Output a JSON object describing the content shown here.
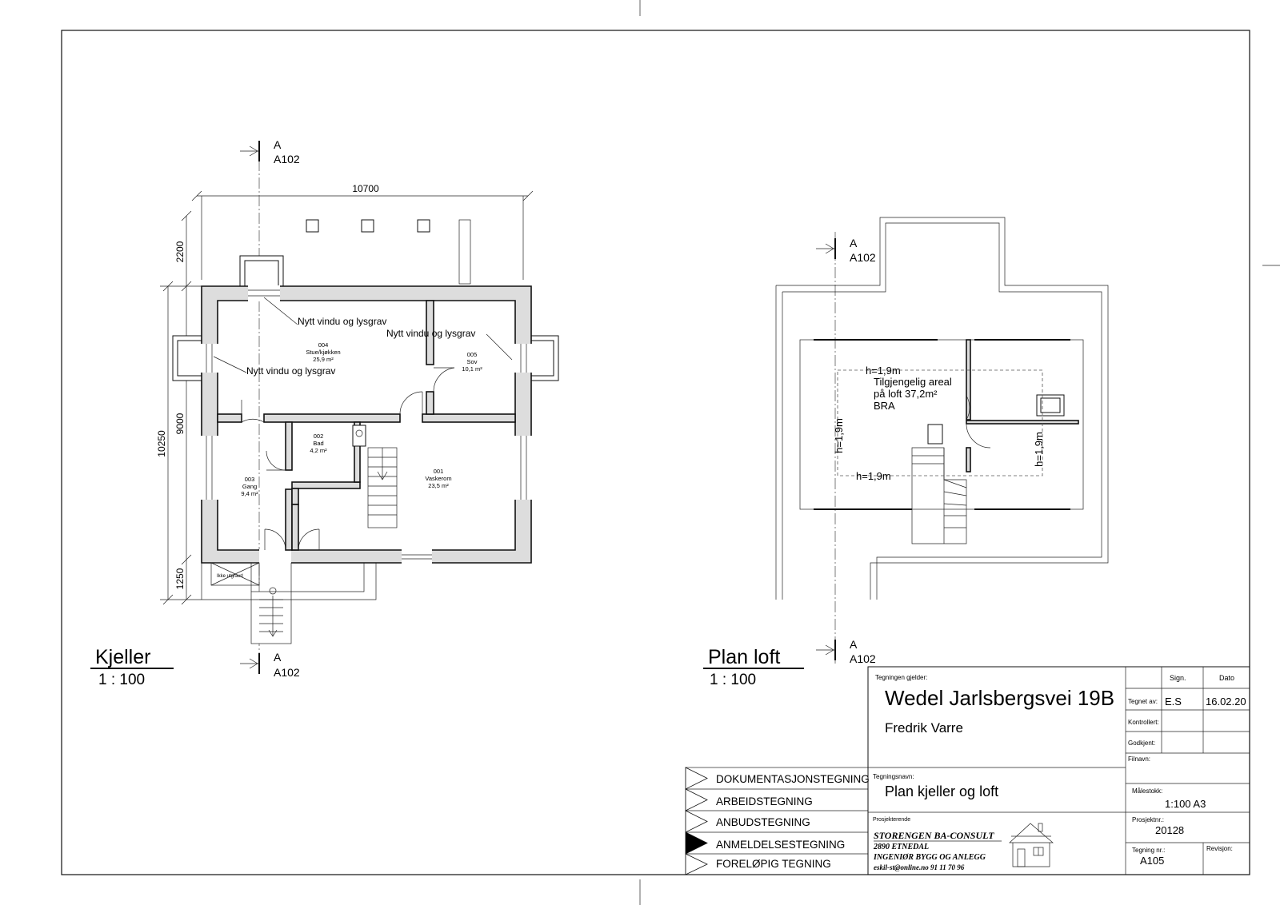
{
  "kjeller": {
    "title": "Kjeller",
    "scale": "1 : 100",
    "dims": {
      "top": "10700",
      "left_a": "2200",
      "left_b": "9000",
      "left_c": "1250",
      "left_total": "10250"
    },
    "section_tag": {
      "letter": "A",
      "sheet": "A102"
    },
    "rooms": [
      {
        "number": "004",
        "name": "Stue/kjøkken",
        "area": "25,9 m²"
      },
      {
        "number": "005",
        "name": "Sov",
        "area": "10,1 m²"
      },
      {
        "number": "002",
        "name": "Bad",
        "area": "4,2 m²"
      },
      {
        "number": "003",
        "name": "Gang",
        "area": "9,4 m²"
      },
      {
        "number": "001",
        "name": "Vaskerom",
        "area": "23,5 m²"
      }
    ],
    "annotation": "Nytt vindu og lysgrav",
    "unexcavated": "Ikke utgravd"
  },
  "loft": {
    "title": "Plan loft",
    "scale": "1 : 100",
    "section_tag": {
      "letter": "A",
      "sheet": "A102"
    },
    "height_label": "h=1,9m",
    "area_note": [
      "Tilgjengelig areal",
      "på loft 37,2m²",
      "BRA"
    ]
  },
  "title_block": {
    "applies_label": "Tegningen gjelder:",
    "address": "Wedel Jarlsbergsvei 19B",
    "client": "Fredrik Varre",
    "drawing_name_label": "Tegningsnavn:",
    "drawing_name": "Plan kjeller og loft",
    "designer_label": "Prosjekterende",
    "company": [
      "STORENGEN   BA-CONSULT",
      "2890 ETNEDAL",
      "INGENIØR BYGG OG ANLEGG",
      "eskil-st@online.no     91 11 70 96"
    ],
    "sign_header": "Sign.",
    "date_header": "Dato",
    "rows": [
      {
        "label": "Tegnet av:",
        "sign": "E.S",
        "date": "16.02.20"
      },
      {
        "label": "Kontrollert:",
        "sign": "",
        "date": ""
      },
      {
        "label": "Godkjent:",
        "sign": "",
        "date": ""
      }
    ],
    "file_label": "Filnavn:",
    "scale_label": "Målestokk:",
    "scale_value": "1:100 A3",
    "project_label": "Prosjektnr.:",
    "project_value": "20128",
    "drawing_no_label": "Tegning nr.:",
    "drawing_no_value": "A105",
    "revision_label": "Revisjon:"
  },
  "status_list": {
    "items": [
      "DOKUMENTASJONSTEGNING",
      "ARBEIDSTEGNING",
      "ANBUDSTEGNING",
      "ANMELDELSESTEGNING",
      "FORELØPIG TEGNING"
    ],
    "selected_index": 3
  }
}
